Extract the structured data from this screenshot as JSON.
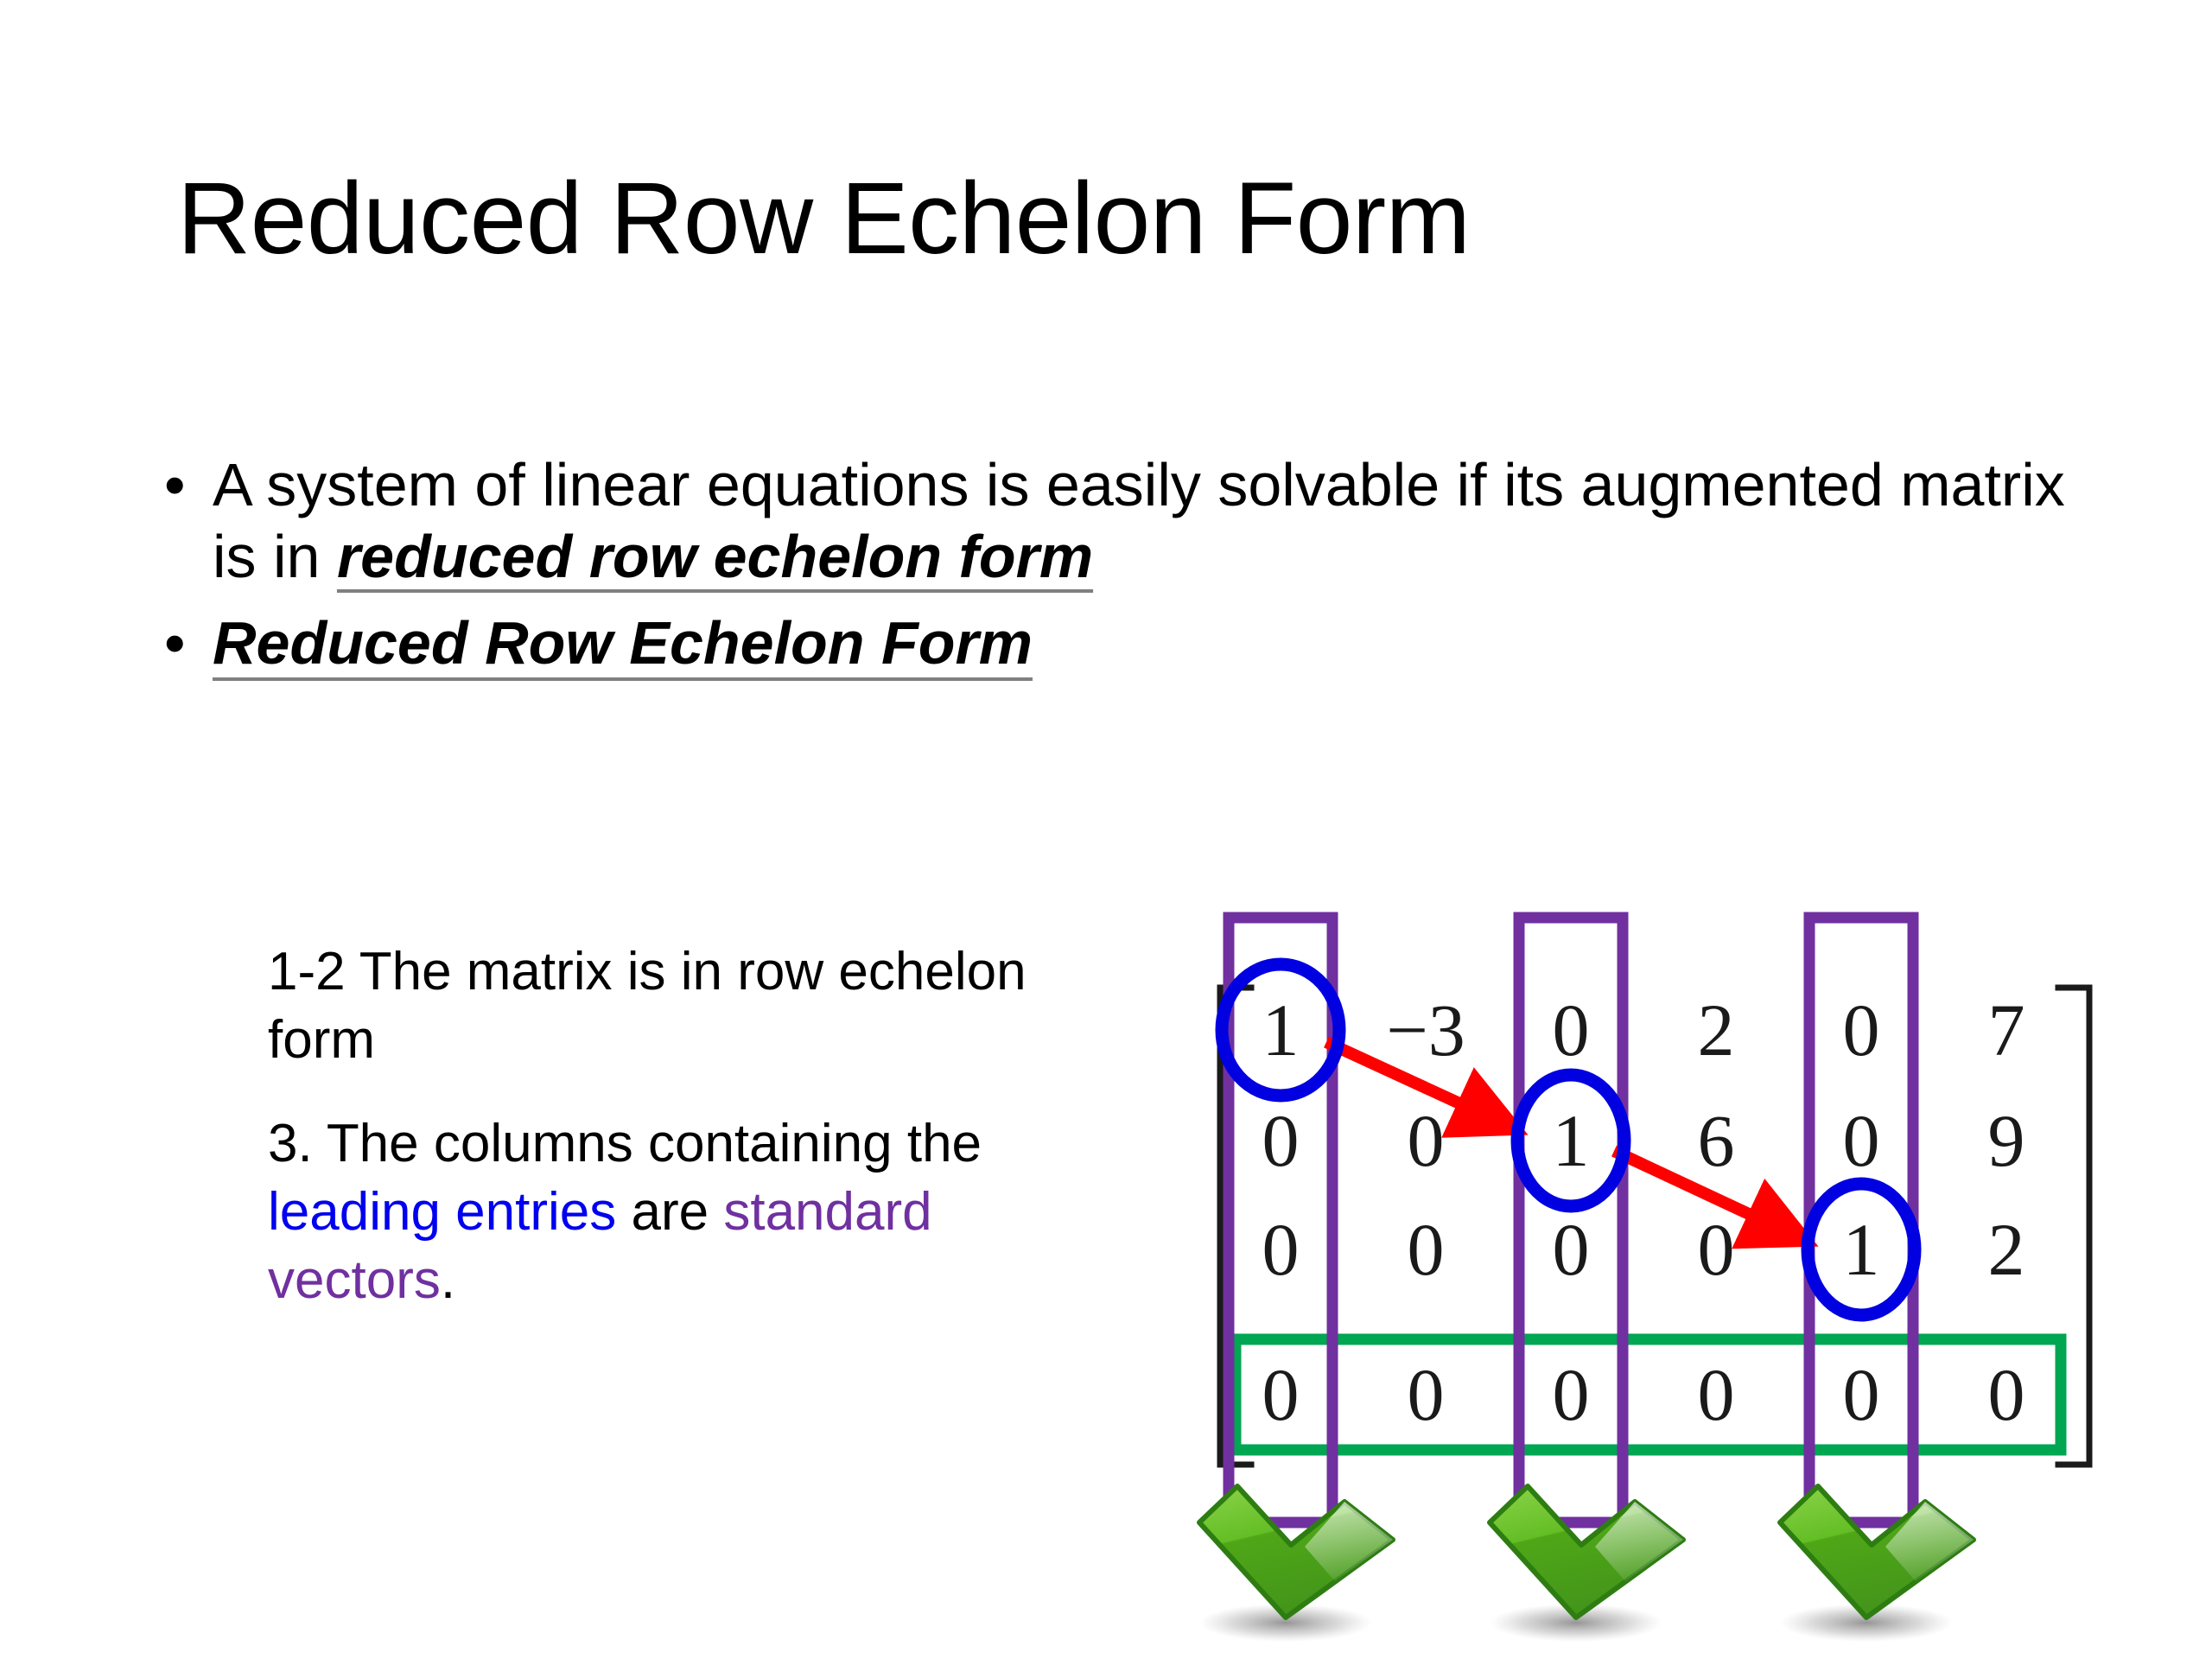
{
  "slide": {
    "title": "Reduced Row Echelon Form"
  },
  "bullets": [
    {
      "marker": "•",
      "lead": "A system of linear equations is easily solvable if its augmented matrix is in ",
      "emphasis": "reduced row echelon form"
    },
    {
      "marker": "•",
      "lead": "",
      "emphasis": "Reduced Row Echelon Form"
    }
  ],
  "explanation": {
    "paragraph1": "1-2 The matrix is in row echelon form",
    "paragraph2_part1": "3. The columns containing the ",
    "paragraph2_blue": "leading entries",
    "paragraph2_part2": " are ",
    "paragraph2_purple": "standard vectors",
    "paragraph2_part3": "."
  },
  "matrix": {
    "rows": [
      [
        "1",
        "−3",
        "0",
        "2",
        "0",
        "7"
      ],
      [
        "0",
        "0",
        "1",
        "6",
        "0",
        "9"
      ],
      [
        "0",
        "0",
        "0",
        "0",
        "1",
        "2"
      ],
      [
        "0",
        "0",
        "0",
        "0",
        "0",
        "0"
      ]
    ],
    "circled_cells": [
      [
        0,
        0
      ],
      [
        1,
        2
      ],
      [
        2,
        4
      ]
    ],
    "highlighted_columns": [
      0,
      2,
      4
    ],
    "highlighted_row": 3,
    "checkmark_count": 3
  },
  "colors": {
    "leading_entry_circle": "#0000E0",
    "column_box": "#7030A0",
    "zero_row_box": "#00A651",
    "arrow": "#FF0000",
    "checkmark": "#4CA818",
    "text": "#000000",
    "underline": "#808080",
    "blue_keyword": "#0000F0",
    "purple_keyword": "#7030A0"
  }
}
